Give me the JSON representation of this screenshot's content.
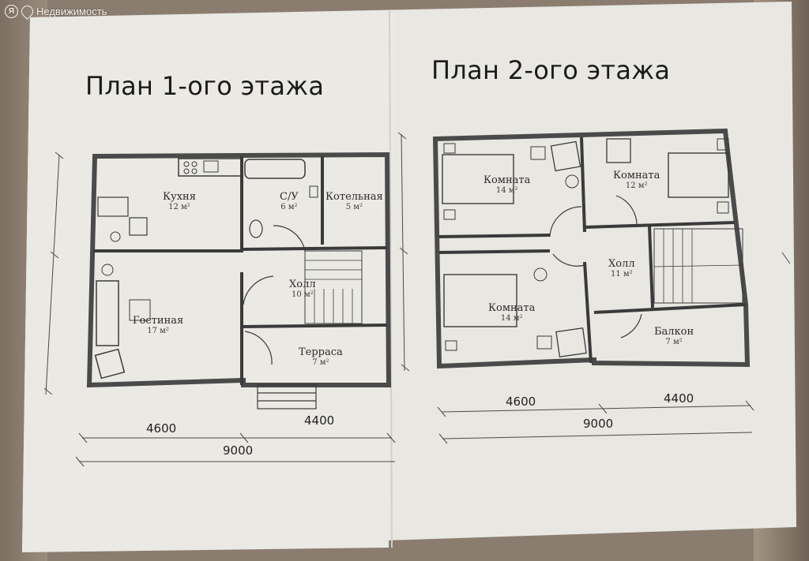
{
  "watermark": {
    "logo_glyph": "Я",
    "text": "Недвижимость"
  },
  "floor1": {
    "title": "План 1-ого этажа",
    "rooms": [
      {
        "name": "Кухня",
        "area": "12 м²"
      },
      {
        "name": "С/У",
        "area": "6 м²"
      },
      {
        "name": "Котельная",
        "area": "5 м²"
      },
      {
        "name": "Холл",
        "area": "10 м²"
      },
      {
        "name": "Гостиная",
        "area": "17 м²"
      },
      {
        "name": "Терраса",
        "area": "7 м²"
      }
    ],
    "dims": {
      "left": "4600",
      "right": "4400",
      "total": "9000"
    }
  },
  "floor2": {
    "title": "План 2-ого этажа",
    "rooms": [
      {
        "name": "Комната",
        "area": "14 м²"
      },
      {
        "name": "Комната",
        "area": "12 м²"
      },
      {
        "name": "Холл",
        "area": "11 м²"
      },
      {
        "name": "Комната",
        "area": "14 м²"
      },
      {
        "name": "Балкон",
        "area": "7 м²"
      }
    ],
    "dims": {
      "left": "4600",
      "right": "4400",
      "total": "9000"
    }
  }
}
